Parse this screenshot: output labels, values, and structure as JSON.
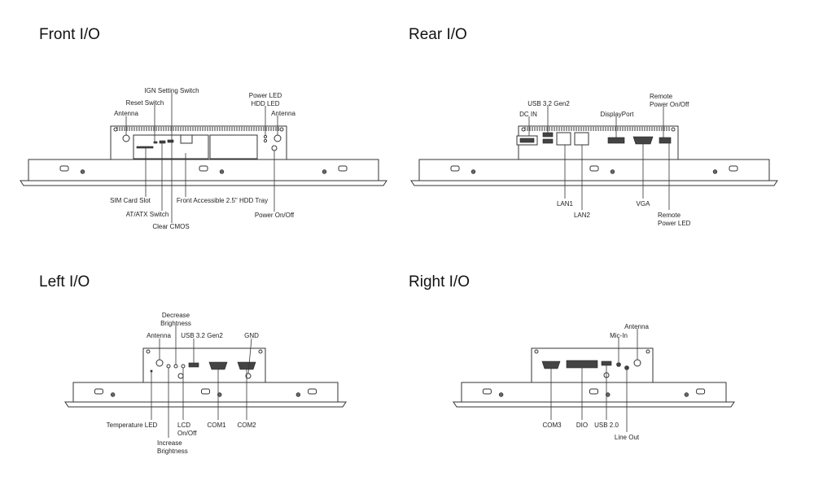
{
  "sections": {
    "front": {
      "title": "Front I/O",
      "labels": {
        "ign": "IGN Setting Switch",
        "reset": "Reset Switch",
        "antenna_left": "Antenna",
        "power_led": "Power LED",
        "hdd_led": "HDD LED",
        "antenna_right": "Antenna",
        "sim": "SIM Card Slot",
        "hdd_tray": "Front Accessible 2.5\" HDD Tray",
        "at_atx": "AT/ATX Switch",
        "power": "Power On/Off",
        "clear_cmos": "Clear CMOS"
      }
    },
    "rear": {
      "title": "Rear I/O",
      "labels": {
        "usb": "USB 3.2 Gen2",
        "dc_in": "DC IN",
        "displayport": "DisplayPort",
        "remote_power_1": "Remote",
        "remote_power_2": "Power On/Off",
        "lan1": "LAN1",
        "vga": "VGA",
        "lan2": "LAN2",
        "remote_led_1": "Remote",
        "remote_led_2": "Power LED"
      }
    },
    "left": {
      "title": "Left I/O",
      "labels": {
        "decrease_1": "Decrease",
        "decrease_2": "Brightness",
        "antenna": "Antenna",
        "usb": "USB 3.2 Gen2",
        "gnd": "GND",
        "temp_led": "Temperature LED",
        "lcd_1": "LCD",
        "lcd_2": "On/Off",
        "com1": "COM1",
        "com2": "COM2",
        "increase_1": "Increase",
        "increase_2": "Brightness"
      }
    },
    "right": {
      "title": "Right I/O",
      "labels": {
        "antenna": "Antenna",
        "mic_in": "Mic-In",
        "com3": "COM3",
        "dio": "DIO",
        "usb2": "USB 2.0",
        "line_out": "Line Out"
      }
    }
  }
}
